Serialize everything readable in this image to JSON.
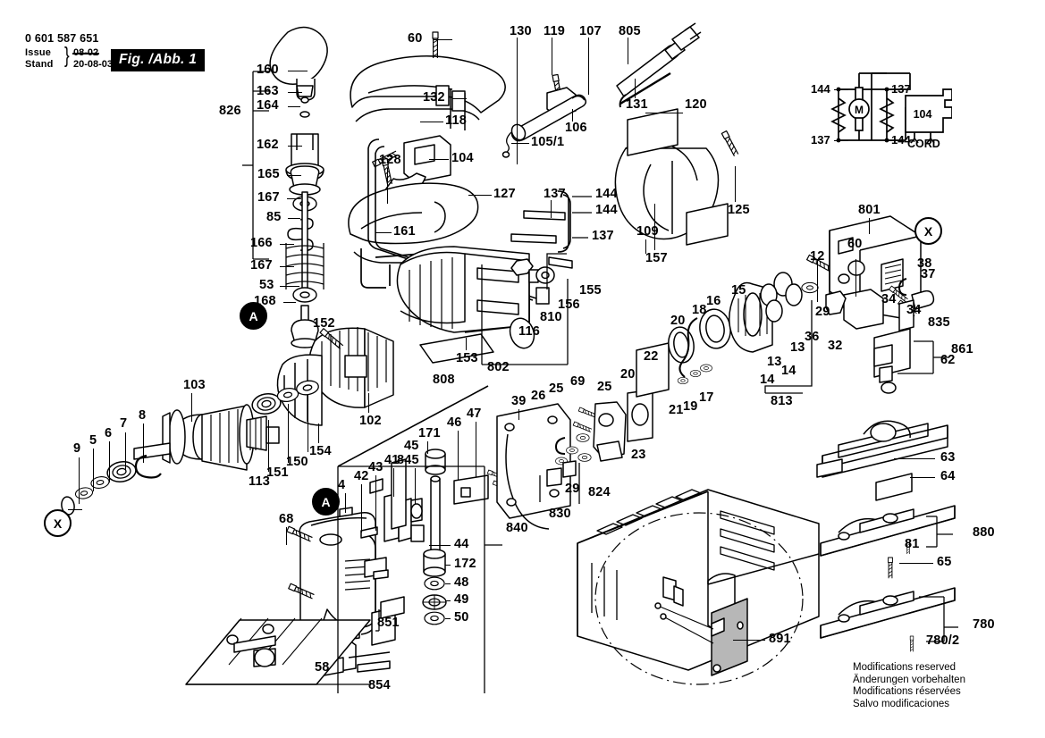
{
  "header": {
    "order_number": "0 601 587 651",
    "issue_label": "Issue",
    "stand_label": "Stand",
    "issue_date_struck": "08-02",
    "stand_date": "20-08-03",
    "figure_label": "Fig. /Abb. 1"
  },
  "footer": {
    "lines": [
      "Modifications reserved",
      "Änderungen vorbehalten",
      "Modifications réservées",
      "Salvo modificaciones"
    ]
  },
  "circuit": {
    "motor_symbol": "M",
    "module_number": "104",
    "cord_label": "CORD",
    "terminals": [
      "144",
      "137",
      "137",
      "144"
    ]
  },
  "reference_markers": [
    {
      "id": "x-top-right",
      "text": "X"
    },
    {
      "id": "x-bottom-left",
      "text": "X"
    },
    {
      "id": "a-upper-left",
      "text": "A"
    },
    {
      "id": "a-lower-center",
      "text": "A"
    }
  ],
  "callouts": [
    {
      "n": "160"
    },
    {
      "n": "163"
    },
    {
      "n": "164"
    },
    {
      "n": "826"
    },
    {
      "n": "162"
    },
    {
      "n": "165"
    },
    {
      "n": "167"
    },
    {
      "n": "85"
    },
    {
      "n": "166"
    },
    {
      "n": "167"
    },
    {
      "n": "53"
    },
    {
      "n": "168"
    },
    {
      "n": "60"
    },
    {
      "n": "130"
    },
    {
      "n": "119"
    },
    {
      "n": "107"
    },
    {
      "n": "805"
    },
    {
      "n": "132"
    },
    {
      "n": "118"
    },
    {
      "n": "131"
    },
    {
      "n": "106"
    },
    {
      "n": "105/1"
    },
    {
      "n": "120"
    },
    {
      "n": "104"
    },
    {
      "n": "128"
    },
    {
      "n": "127"
    },
    {
      "n": "137"
    },
    {
      "n": "144"
    },
    {
      "n": "144"
    },
    {
      "n": "137"
    },
    {
      "n": "125"
    },
    {
      "n": "109"
    },
    {
      "n": "157"
    },
    {
      "n": "161"
    },
    {
      "n": "156"
    },
    {
      "n": "155"
    },
    {
      "n": "810"
    },
    {
      "n": "116"
    },
    {
      "n": "802"
    },
    {
      "n": "152"
    },
    {
      "n": "153"
    },
    {
      "n": "808"
    },
    {
      "n": "102"
    },
    {
      "n": "154"
    },
    {
      "n": "103"
    },
    {
      "n": "113"
    },
    {
      "n": "151"
    },
    {
      "n": "150"
    },
    {
      "n": "9"
    },
    {
      "n": "5"
    },
    {
      "n": "6"
    },
    {
      "n": "7"
    },
    {
      "n": "8"
    },
    {
      "n": "68"
    },
    {
      "n": "4"
    },
    {
      "n": "42"
    },
    {
      "n": "43"
    },
    {
      "n": "41"
    },
    {
      "n": "845"
    },
    {
      "n": "45"
    },
    {
      "n": "171"
    },
    {
      "n": "46"
    },
    {
      "n": "47"
    },
    {
      "n": "44"
    },
    {
      "n": "172"
    },
    {
      "n": "48"
    },
    {
      "n": "49"
    },
    {
      "n": "50"
    },
    {
      "n": "851"
    },
    {
      "n": "58"
    },
    {
      "n": "854"
    },
    {
      "n": "840"
    },
    {
      "n": "39"
    },
    {
      "n": "26"
    },
    {
      "n": "25"
    },
    {
      "n": "69"
    },
    {
      "n": "29"
    },
    {
      "n": "830"
    },
    {
      "n": "824"
    },
    {
      "n": "23"
    },
    {
      "n": "21"
    },
    {
      "n": "19"
    },
    {
      "n": "17"
    },
    {
      "n": "20"
    },
    {
      "n": "22"
    },
    {
      "n": "25"
    },
    {
      "n": "18"
    },
    {
      "n": "16"
    },
    {
      "n": "15"
    },
    {
      "n": "20"
    },
    {
      "n": "13"
    },
    {
      "n": "13"
    },
    {
      "n": "14"
    },
    {
      "n": "14"
    },
    {
      "n": "813"
    },
    {
      "n": "12"
    },
    {
      "n": "60"
    },
    {
      "n": "801"
    },
    {
      "n": "38"
    },
    {
      "n": "37"
    },
    {
      "n": "34"
    },
    {
      "n": "34"
    },
    {
      "n": "29"
    },
    {
      "n": "36"
    },
    {
      "n": "32"
    },
    {
      "n": "835"
    },
    {
      "n": "861"
    },
    {
      "n": "62"
    },
    {
      "n": "63"
    },
    {
      "n": "64"
    },
    {
      "n": "880"
    },
    {
      "n": "81"
    },
    {
      "n": "65"
    },
    {
      "n": "780"
    },
    {
      "n": "780/2"
    },
    {
      "n": "891"
    }
  ]
}
